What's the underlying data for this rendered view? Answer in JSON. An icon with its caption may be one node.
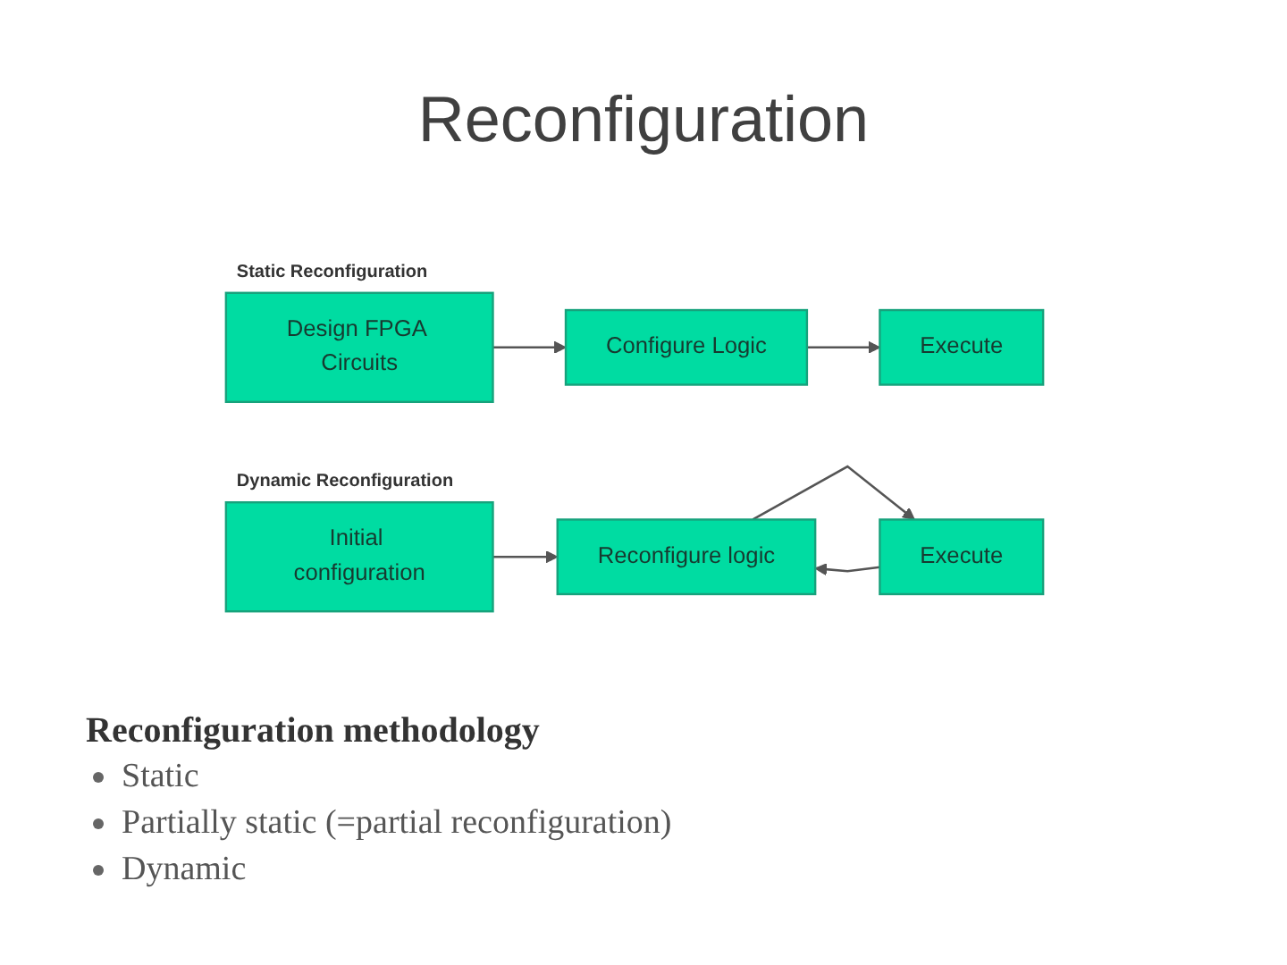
{
  "diagram": {
    "title": "Reconfiguration",
    "nodes": [
      {
        "text": [
          "Design FPGA Circuits"
        ]
      },
      {
        "text": [
          "Configure Logic"
        ]
      },
      {
        "text": [
          "Execute"
        ]
      },
      {
        "text": [
          "Initial configuration"
        ]
      },
      {
        "text": [
          "Reconfigure logic"
        ]
      },
      {
        "text": [
          "Execute"
        ]
      }
    ],
    "edges": [
      {
        "from": 0,
        "to": 1,
        "arrow": "to"
      },
      {
        "from": 1,
        "to": 2,
        "arrow": "to"
      },
      {
        "from": 3,
        "to": 4,
        "arrow": "to"
      },
      {
        "from": 4,
        "to": 5,
        "arrow": "to"
      },
      {
        "from": 5,
        "to": 4,
        "arrow": "to"
      }
    ],
    "labels": [
      "Static Reconfiguration",
      "Dynamic Reconfiguration",
      "Reconfiguration methodology",
      "Static",
      "Partially static (=partial reconfiguration)",
      "Dynamic"
    ]
  }
}
